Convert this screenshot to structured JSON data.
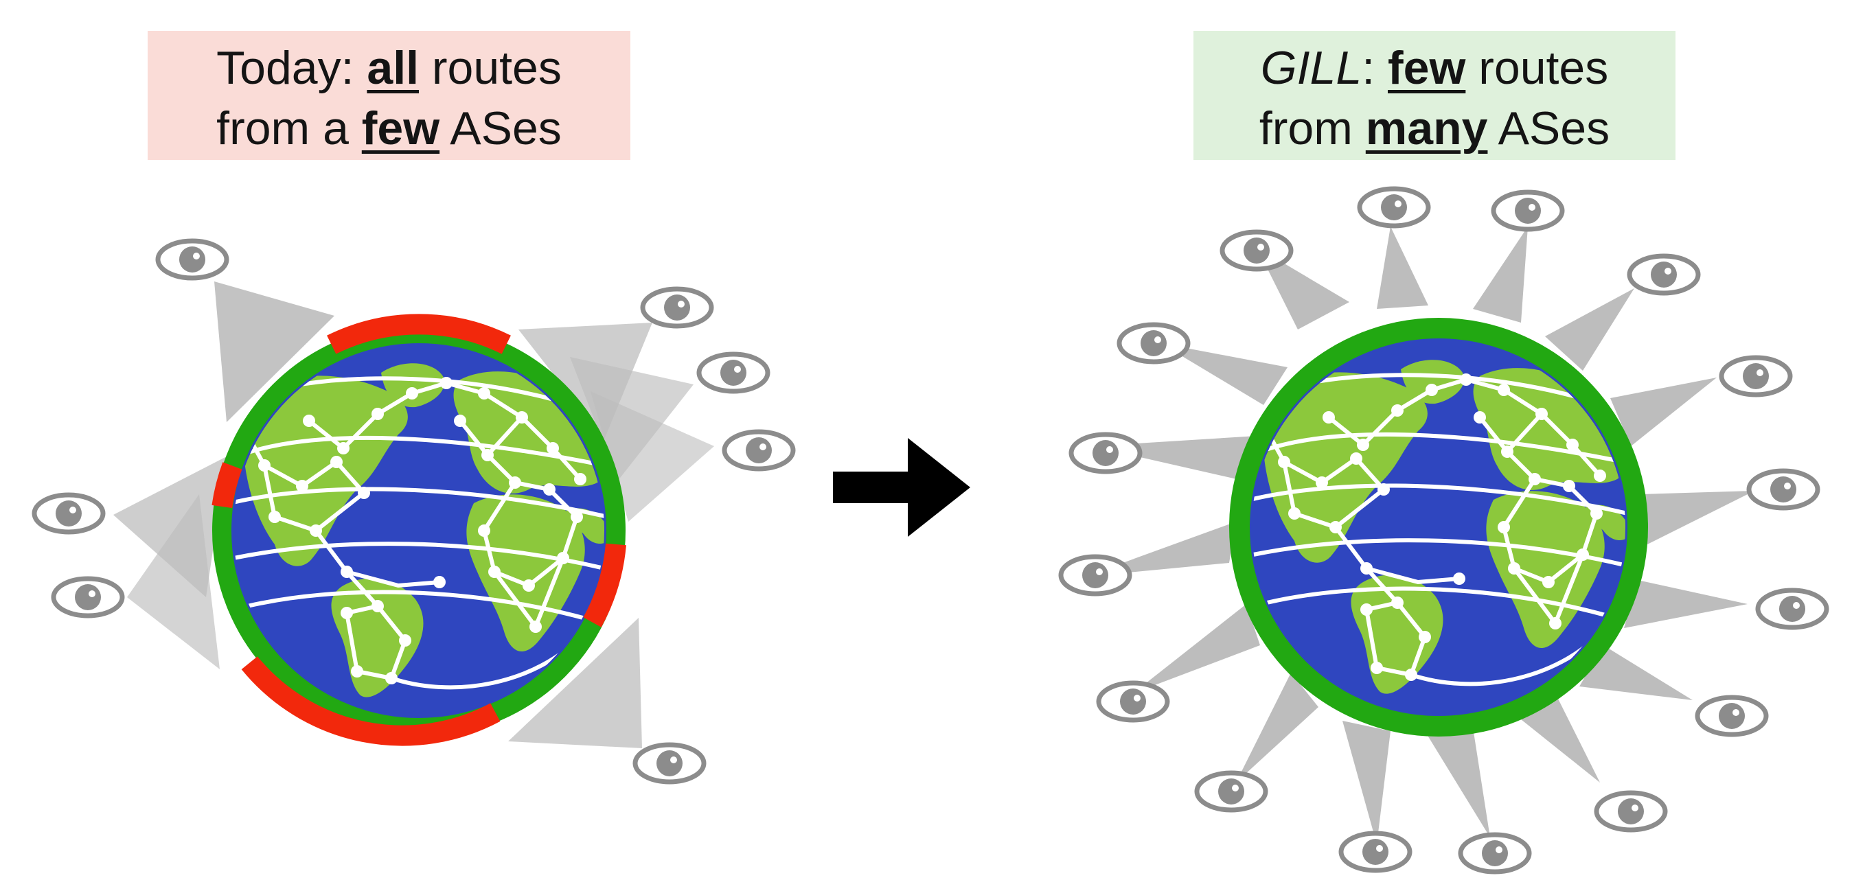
{
  "left_panel": {
    "line1": {
      "pre": "Today: ",
      "emph": "all",
      "post": " routes"
    },
    "line2": {
      "pre": "from a ",
      "emph": "few",
      "post": " ASes"
    },
    "bg": "#fadcd7"
  },
  "right_panel": {
    "line1": {
      "italic": "GILL",
      "pre": ": ",
      "emph": "few",
      "post": " routes"
    },
    "line2": {
      "pre": "from ",
      "emph": "many",
      "post": " ASes"
    },
    "bg": "#dff1dc"
  },
  "colors": {
    "ocean": "#2f46bf",
    "land": "#8cc83c",
    "ring_green": "#22a812",
    "ring_red": "#f2280c",
    "beam": "#bdbdbd",
    "eye": "#8c8c8c",
    "arrow": "#000000",
    "links": "#ffffff"
  },
  "icons": {
    "observer": "eye-icon",
    "transition": "right-arrow-icon"
  }
}
